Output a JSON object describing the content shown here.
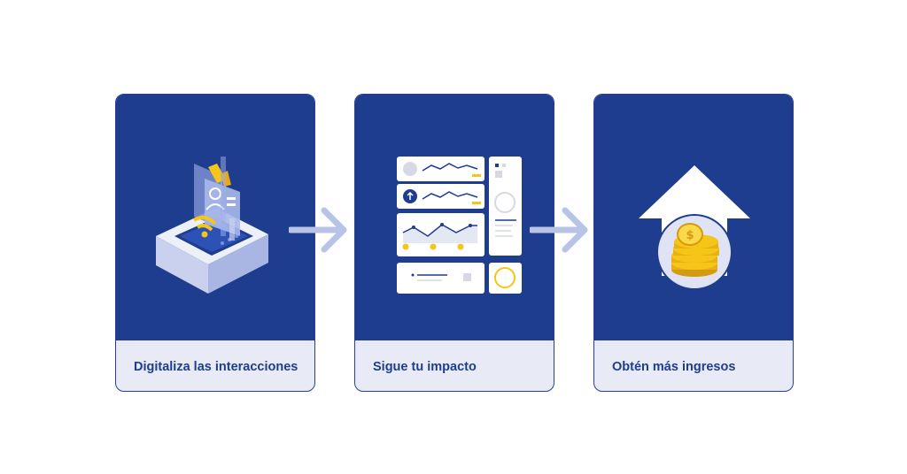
{
  "steps": [
    {
      "label": "Digitaliza las interacciones",
      "icon": "digital-device-icon"
    },
    {
      "label": "Sigue tu impacto",
      "icon": "dashboard-icon"
    },
    {
      "label": "Obtén más ingresos",
      "icon": "coins-up-arrow-icon"
    }
  ],
  "colors": {
    "navy": "#1e3d8f",
    "light": "#e8ebf5",
    "arrow": "#b9c3e6",
    "accent": "#f5c518"
  }
}
